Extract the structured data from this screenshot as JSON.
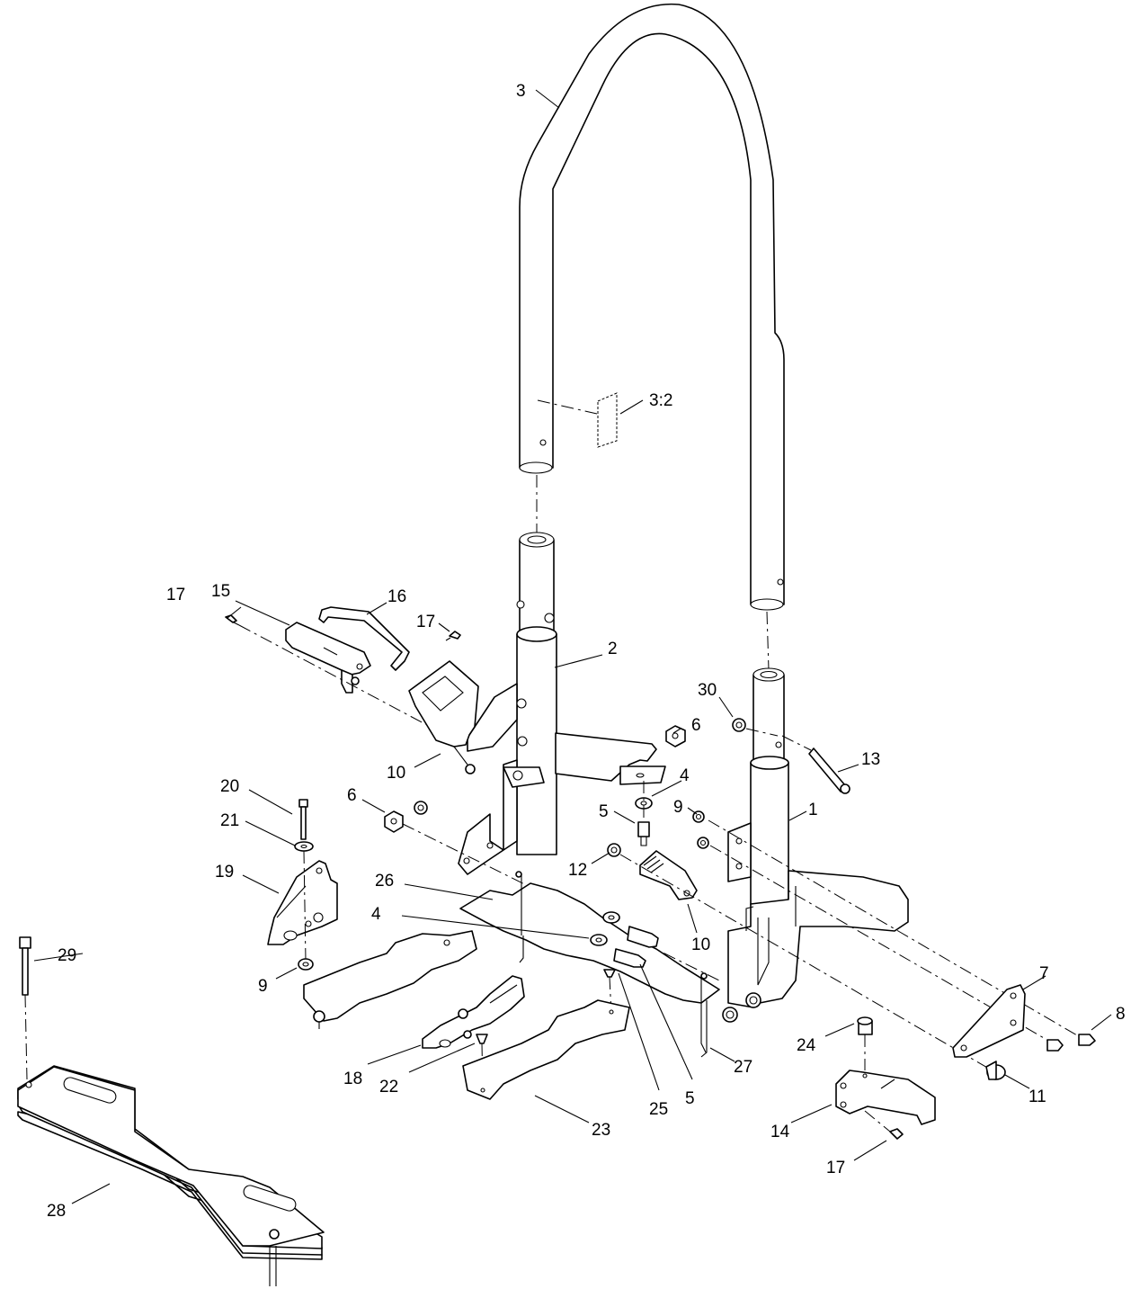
{
  "figure": {
    "callouts": [
      {
        "id": "c1",
        "text": "1"
      },
      {
        "id": "c2",
        "text": "2"
      },
      {
        "id": "c3",
        "text": "3"
      },
      {
        "id": "c3-2",
        "text": "3:2"
      },
      {
        "id": "c4a",
        "text": "4"
      },
      {
        "id": "c4b",
        "text": "4"
      },
      {
        "id": "c5a",
        "text": "5"
      },
      {
        "id": "c5b",
        "text": "5"
      },
      {
        "id": "c6a",
        "text": "6"
      },
      {
        "id": "c6b",
        "text": "6"
      },
      {
        "id": "c7",
        "text": "7"
      },
      {
        "id": "c8",
        "text": "8"
      },
      {
        "id": "c9a",
        "text": "9"
      },
      {
        "id": "c9b",
        "text": "9"
      },
      {
        "id": "c10a",
        "text": "10"
      },
      {
        "id": "c10b",
        "text": "10"
      },
      {
        "id": "c11",
        "text": "11"
      },
      {
        "id": "c12",
        "text": "12"
      },
      {
        "id": "c13",
        "text": "13"
      },
      {
        "id": "c14",
        "text": "14"
      },
      {
        "id": "c15",
        "text": "15"
      },
      {
        "id": "c16",
        "text": "16"
      },
      {
        "id": "c17a",
        "text": "17"
      },
      {
        "id": "c17b",
        "text": "17"
      },
      {
        "id": "c17c",
        "text": "17"
      },
      {
        "id": "c18",
        "text": "18"
      },
      {
        "id": "c19",
        "text": "19"
      },
      {
        "id": "c20",
        "text": "20"
      },
      {
        "id": "c21",
        "text": "21"
      },
      {
        "id": "c22",
        "text": "22"
      },
      {
        "id": "c23",
        "text": "23"
      },
      {
        "id": "c24",
        "text": "24"
      },
      {
        "id": "c25",
        "text": "25"
      },
      {
        "id": "c26",
        "text": "26"
      },
      {
        "id": "c27",
        "text": "27"
      },
      {
        "id": "c28",
        "text": "28"
      },
      {
        "id": "c29",
        "text": "29"
      },
      {
        "id": "c30",
        "text": "30"
      }
    ]
  }
}
